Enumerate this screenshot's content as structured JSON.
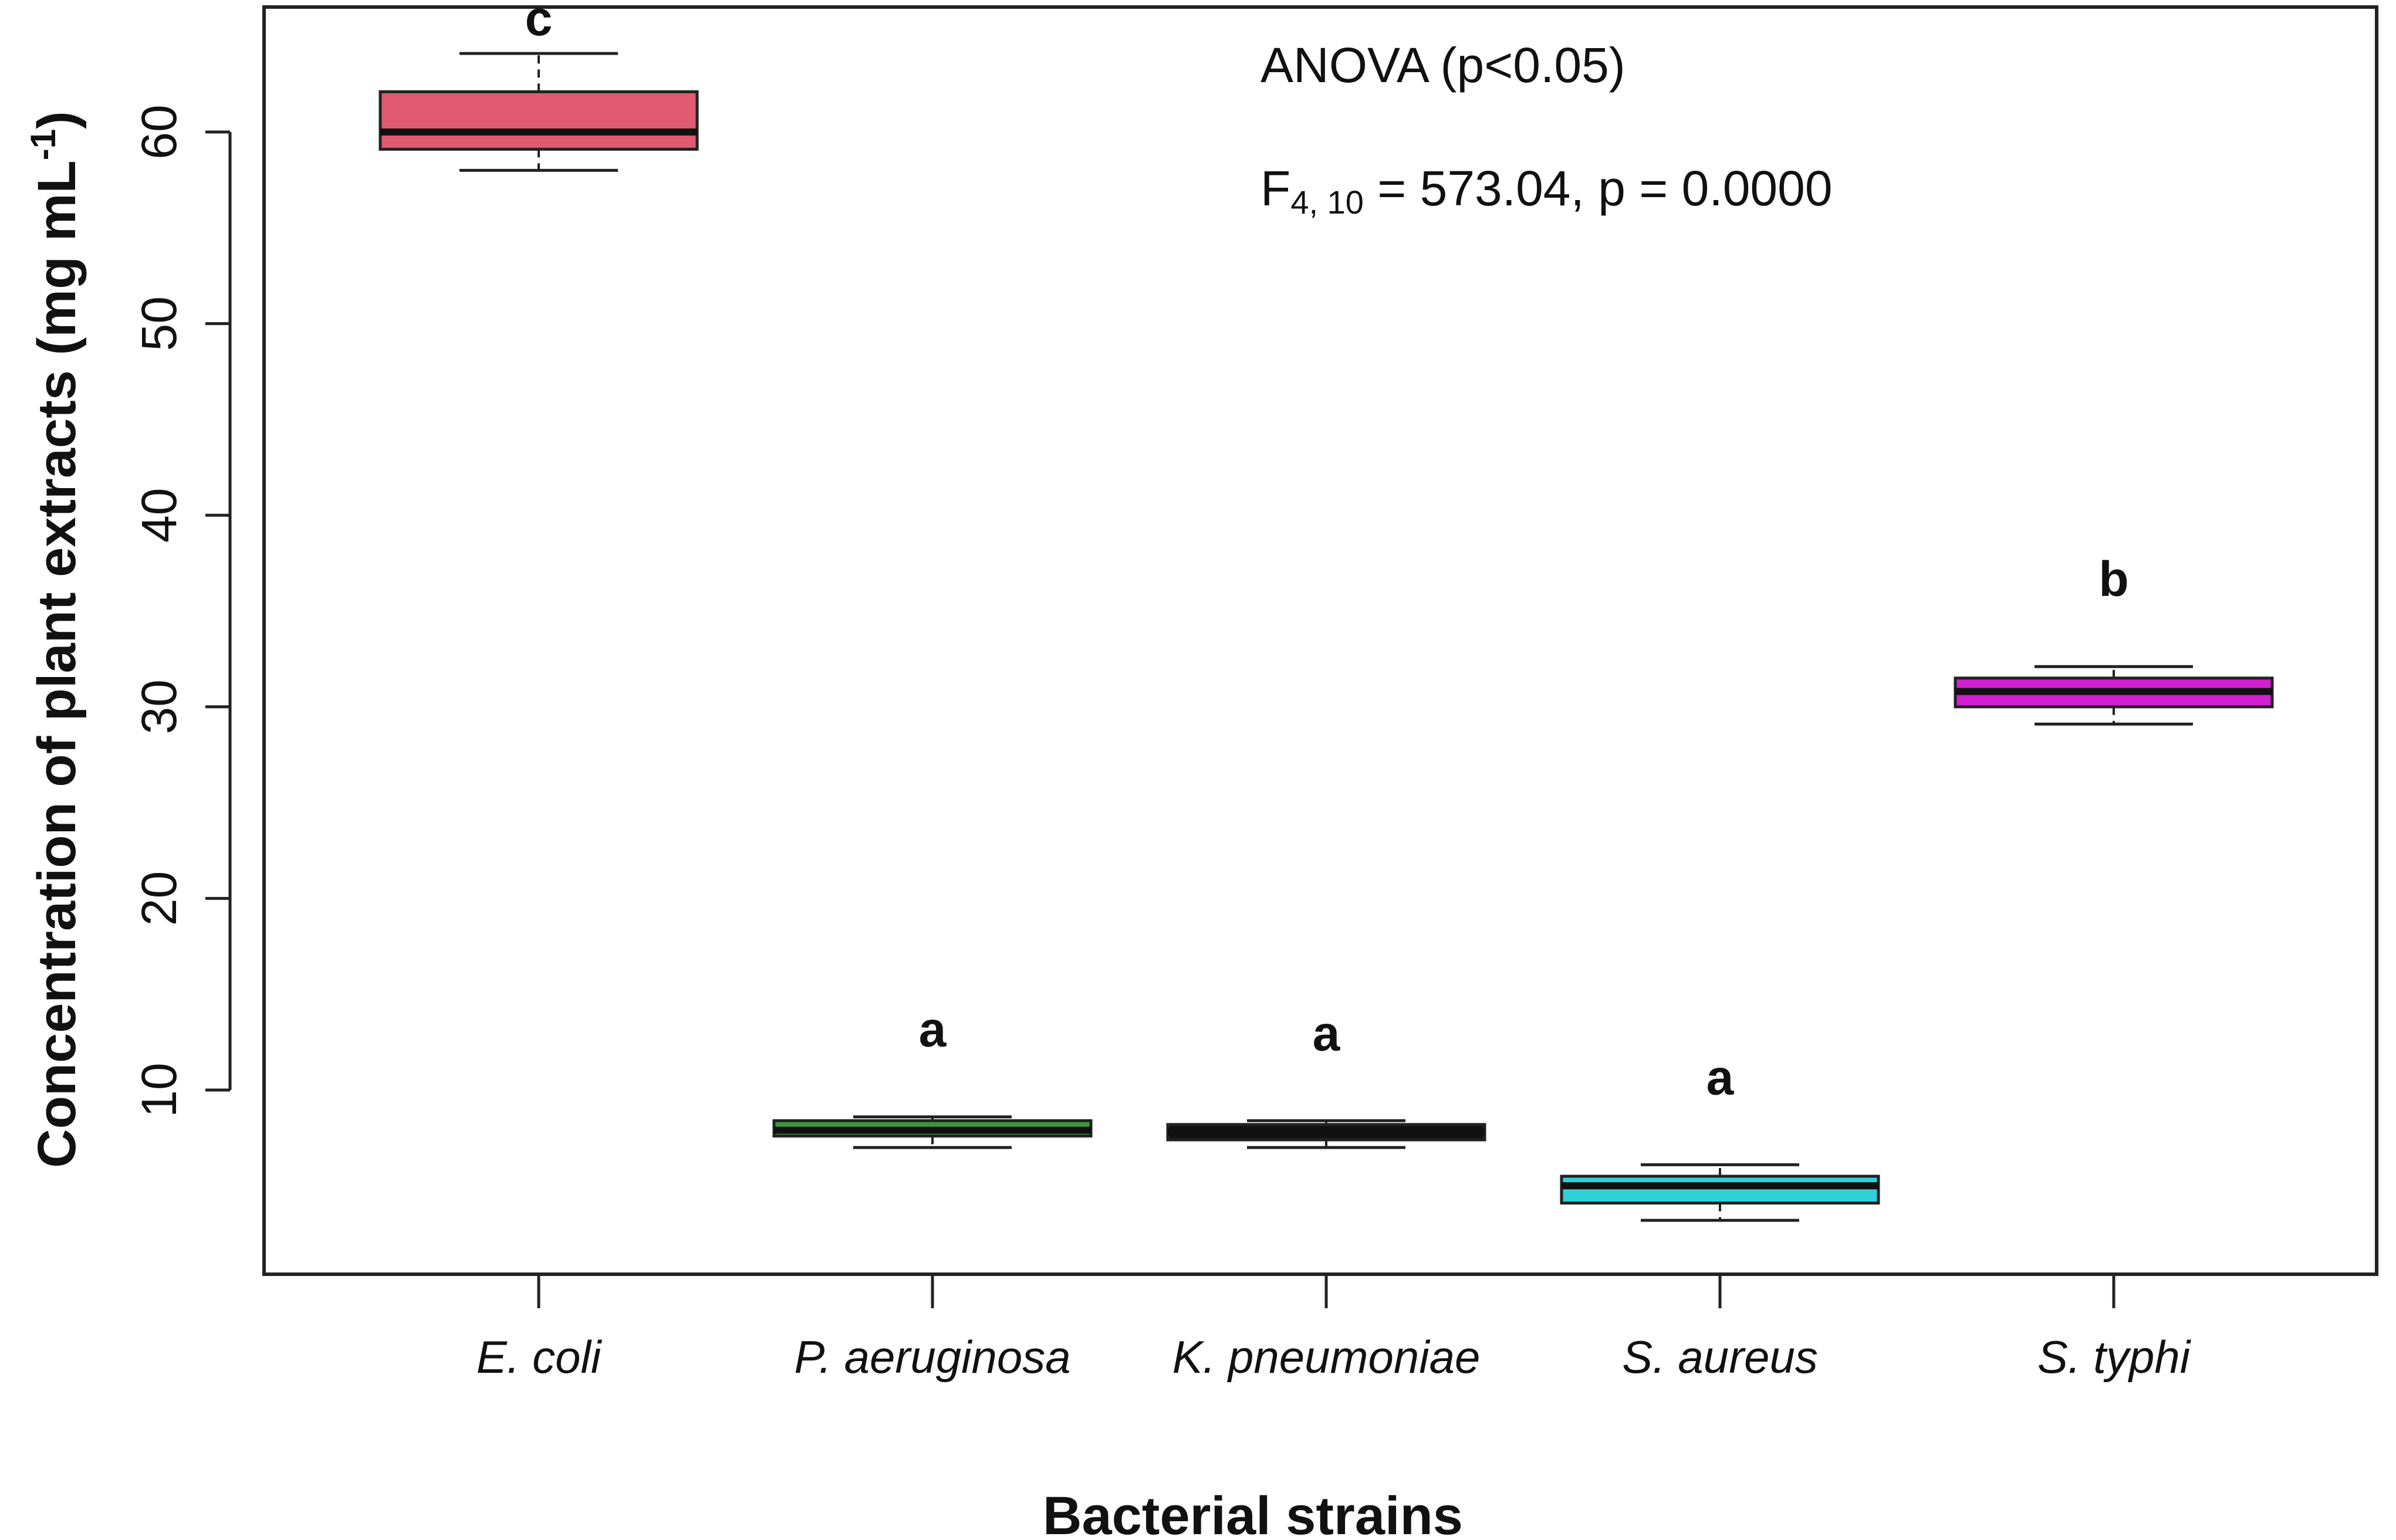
{
  "chart_data": {
    "type": "box",
    "xlabel": "Bacterial strains",
    "ylabel": "Concentration of plant extracts (mg mL",
    "ylabel_sup": "-1",
    "ylabel_close": ")",
    "ylim": [
      0,
      66.5
    ],
    "yticks": [
      10,
      20,
      30,
      40,
      50,
      60
    ],
    "grid": false,
    "categories": [
      "E. coli",
      "P. aeruginosa",
      "K. pneumoniae",
      "S. aureus",
      "S. typhi"
    ],
    "boxes": [
      {
        "category": "E. coli",
        "min": 58,
        "q1": 59.1,
        "median": 60,
        "q3": 62.1,
        "max": 64.1,
        "color": "#e05a70",
        "group": "c"
      },
      {
        "category": "P. aeruginosa",
        "min": 7.0,
        "q1": 7.6,
        "median": 7.9,
        "q3": 8.4,
        "max": 8.6,
        "color": "#3a9a3a",
        "group": "a"
      },
      {
        "category": "K. pneumoniae",
        "min": 7.0,
        "q1": 7.4,
        "median": 7.8,
        "q3": 8.2,
        "max": 8.4,
        "color": "#111111",
        "group": "a"
      },
      {
        "category": "S. aureus",
        "min": 3.2,
        "q1": 4.1,
        "median": 5.0,
        "q3": 5.5,
        "max": 6.1,
        "color": "#2fd0d8",
        "group": "a"
      },
      {
        "category": "S. typhi",
        "min": 29.1,
        "q1": 30.0,
        "median": 30.8,
        "q3": 31.5,
        "max": 32.1,
        "color": "#d21fcf",
        "group": "b"
      }
    ],
    "annotations": {
      "anova": "ANOVA (p<0.05)",
      "f_prefix": "F",
      "f_subscript": "4, 10",
      "f_rest": " = 573.04, p = 0.0000"
    }
  }
}
